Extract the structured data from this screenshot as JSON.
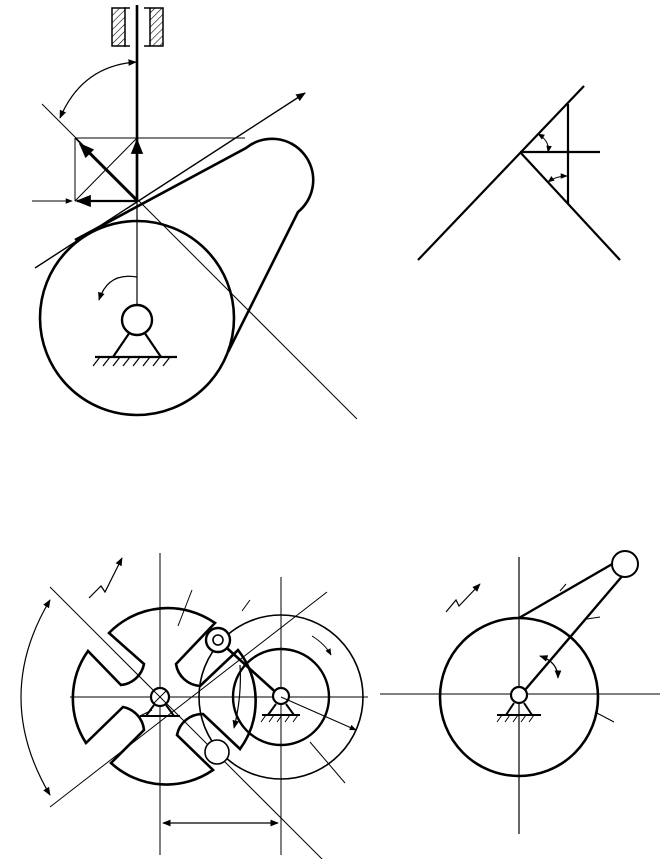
{
  "figures": [
    {
      "id": "cam-follower-mechanism",
      "labels": []
    },
    {
      "id": "pressure-angle-triangle",
      "labels": []
    },
    {
      "id": "geneva-mechanism",
      "labels": []
    },
    {
      "id": "crank-mechanism",
      "labels": []
    }
  ],
  "colors": {
    "stroke": "#000000",
    "background": "#ffffff"
  }
}
